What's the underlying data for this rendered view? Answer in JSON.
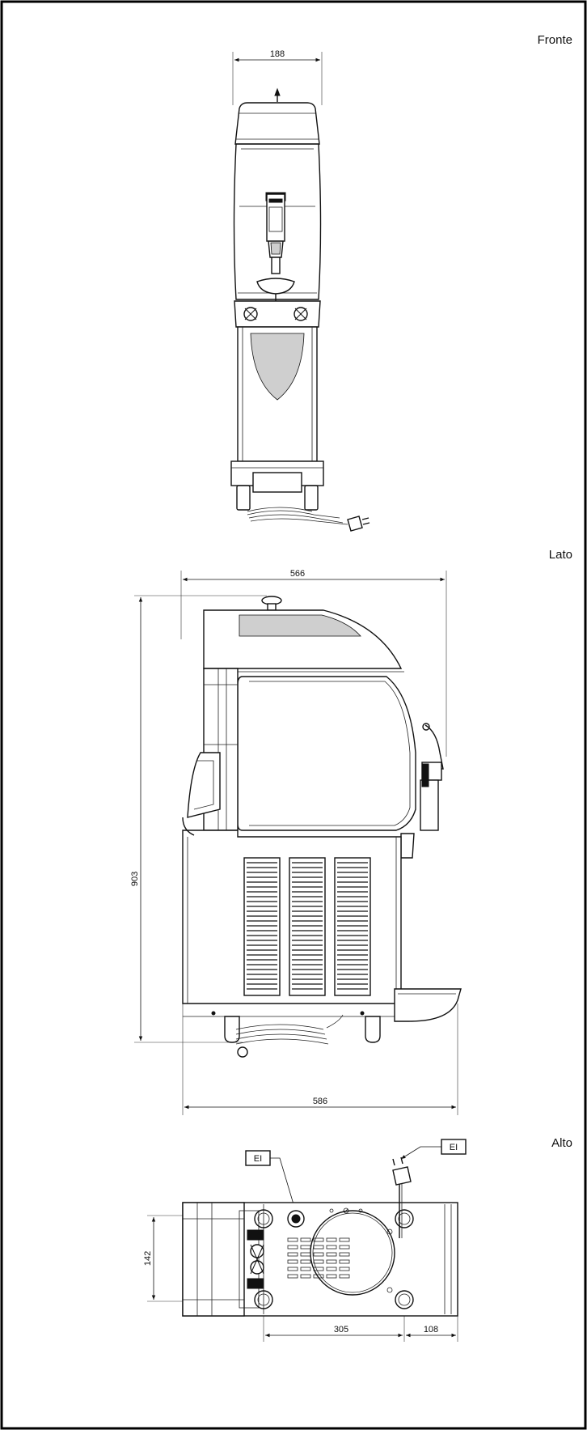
{
  "views": {
    "front": {
      "title": "Fronte",
      "width_dim": "188"
    },
    "side": {
      "title": "Lato",
      "top_width_dim": "566",
      "bottom_width_dim": "586",
      "height_dim": "903"
    },
    "top": {
      "title": "Alto",
      "depth_dim": "142",
      "span_dim": "305",
      "offset_dim": "108",
      "callout_left": "EI",
      "callout_right": "EI"
    }
  },
  "colors": {
    "line": "#111111",
    "background": "#ffffff",
    "frame": "#000000"
  }
}
